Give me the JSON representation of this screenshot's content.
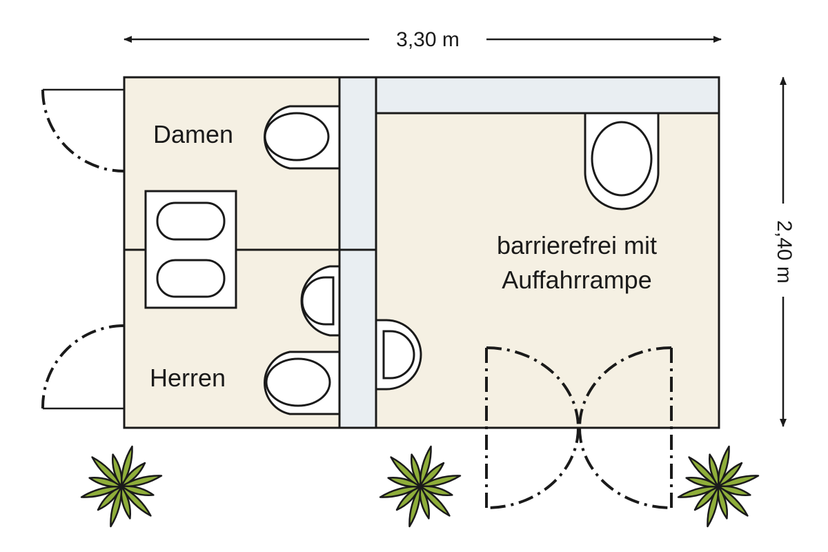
{
  "dimensions": {
    "width_label": "3,30 m",
    "height_label": "2,40 m"
  },
  "rooms": {
    "women": "Damen",
    "men": "Herren",
    "accessible_line1": "barrierefrei mit",
    "accessible_line2": "Auffahrrampe"
  },
  "colors": {
    "floor": "#f5f0e3",
    "wall": "#e9eef2",
    "line": "#1a1a1a",
    "plant_leaf": "#8fae3a"
  },
  "icons": [
    "arrow-icon",
    "toilet-icon",
    "urinal-icon",
    "sink-icon",
    "door-swing-icon",
    "plant-icon"
  ]
}
